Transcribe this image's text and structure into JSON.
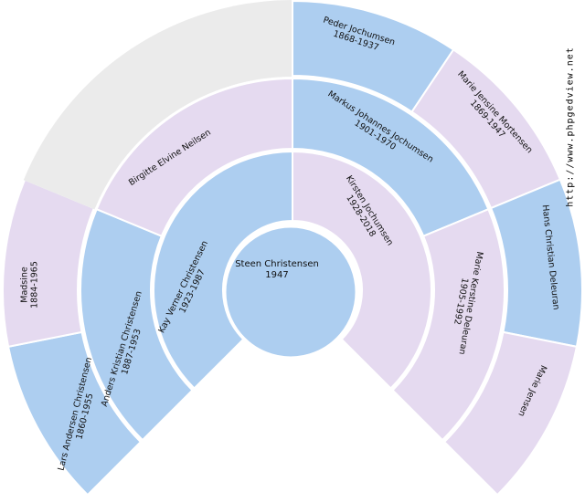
{
  "palette": {
    "male": "#adcef0",
    "female": "#e5daf0",
    "empty": "#ebebeb",
    "wedge_border": "#ffffff",
    "background": "#ffffff",
    "text": "#101010"
  },
  "watermark": "http://www.phpgedview.net",
  "chart_data": {
    "type": "fan",
    "fan_width_degrees": 270,
    "generations_shown": 4,
    "root": {
      "name": "Steen Christensen",
      "dates": "1947",
      "sex": "male"
    },
    "rings": [
      {
        "generation": 2,
        "slots": [
          {
            "name": "Kay Verner Christensen",
            "dates": "1923-1987",
            "sex": "male"
          },
          {
            "name": "Kirsten Jochumsen",
            "dates": "1928-2018",
            "sex": "female"
          }
        ]
      },
      {
        "generation": 3,
        "slots": [
          {
            "name": "Anders Kristian Christensen",
            "dates": "1887-1953",
            "sex": "male"
          },
          {
            "name": "Birgitte Elvine Neilsen",
            "dates": "",
            "sex": "female"
          },
          {
            "name": "Markus Johannes Jochumsen",
            "dates": "1901-1970",
            "sex": "male"
          },
          {
            "name": "Marie Kerstine Deleuran",
            "dates": "1905-1992",
            "sex": "female"
          }
        ]
      },
      {
        "generation": 4,
        "slots": [
          {
            "name": "Lars Andersen Christensen",
            "dates": "1860-1955",
            "sex": "male"
          },
          {
            "name": "Madsine",
            "dates": "1884-1965",
            "sex": "female"
          },
          {
            "name": "",
            "dates": "",
            "sex": "empty"
          },
          {
            "name": "",
            "dates": "",
            "sex": "empty"
          },
          {
            "name": "Peder Jochumsen",
            "dates": "1868-1937",
            "sex": "male"
          },
          {
            "name": "Marie Jensine Mortensen",
            "dates": "1869-1947",
            "sex": "female"
          },
          {
            "name": "Hans Christian Deleuran",
            "dates": "",
            "sex": "male"
          },
          {
            "name": "Marie Jensen",
            "dates": "",
            "sex": "female"
          }
        ]
      }
    ]
  }
}
